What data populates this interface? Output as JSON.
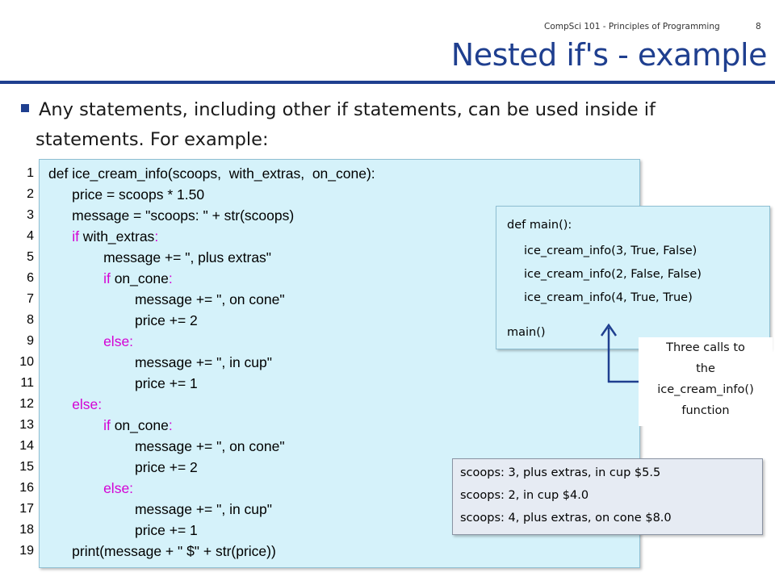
{
  "header": {
    "course": "CompSci 101 - Principles of Programming",
    "page_number": "8"
  },
  "slide": {
    "title": "Nested if's - example",
    "bullet_line1": "Any statements, including other if statements, can be used inside if",
    "bullet_line2": "statements.  For example:"
  },
  "code": {
    "line_numbers": [
      "1",
      "2",
      "3",
      "4",
      "5",
      "6",
      "7",
      "8",
      "9",
      "10",
      "11",
      "12",
      "13",
      "14",
      "15",
      "16",
      "17",
      "18",
      "19"
    ],
    "lines": [
      [
        {
          "t": "def ice_cream_info(scoops,  with_extras,  on_cone):"
        }
      ],
      [
        {
          "t": "      price = scoops * 1.50"
        }
      ],
      [
        {
          "t": "      message = \"scoops: \" + str(scoops)"
        }
      ],
      [
        {
          "t": "      "
        },
        {
          "t": "if",
          "k": true
        },
        {
          "t": " with_extras"
        },
        {
          "t": ":",
          "k": true
        }
      ],
      [
        {
          "t": "              message += \", plus extras\""
        }
      ],
      [
        {
          "t": "              "
        },
        {
          "t": "if",
          "k": true
        },
        {
          "t": " on_cone"
        },
        {
          "t": ":",
          "k": true
        }
      ],
      [
        {
          "t": "                      message += \", on cone\""
        }
      ],
      [
        {
          "t": "                      price += 2"
        }
      ],
      [
        {
          "t": "              "
        },
        {
          "t": "else:",
          "k": true
        }
      ],
      [
        {
          "t": "                      message += \", in cup\""
        }
      ],
      [
        {
          "t": "                      price += 1"
        }
      ],
      [
        {
          "t": "      "
        },
        {
          "t": "else:",
          "k": true
        }
      ],
      [
        {
          "t": "              "
        },
        {
          "t": "if",
          "k": true
        },
        {
          "t": " on_cone"
        },
        {
          "t": ":",
          "k": true
        }
      ],
      [
        {
          "t": "                      message += \", on cone\""
        }
      ],
      [
        {
          "t": "                      price += 2"
        }
      ],
      [
        {
          "t": "              "
        },
        {
          "t": "else:",
          "k": true
        }
      ],
      [
        {
          "t": "                      message += \", in cup\""
        }
      ],
      [
        {
          "t": "                      price += 1"
        }
      ],
      [
        {
          "t": "      print(message + \" $\" + str(price))"
        }
      ]
    ]
  },
  "main_box": {
    "def_line": "def main():",
    "call1": "ice_cream_info(3, True, False)",
    "call2": "ice_cream_info(2, False, False)",
    "call3": "ice_cream_info(4, True, True)",
    "main_call": "main()"
  },
  "callout": {
    "line1": "Three calls to",
    "line2": "the",
    "line3": "ice_cream_info()",
    "line4": "function"
  },
  "output": {
    "line1": "scoops: 3, plus extras, in cup $5.5",
    "line2": "scoops: 2, in cup $4.0",
    "line3": "scoops: 4, plus extras, on cone $8.0"
  },
  "colors": {
    "title": "#1f3f8f",
    "keyword": "#d400d4",
    "code_background": "#d5f2fa",
    "output_background": "#e6ebf3"
  }
}
